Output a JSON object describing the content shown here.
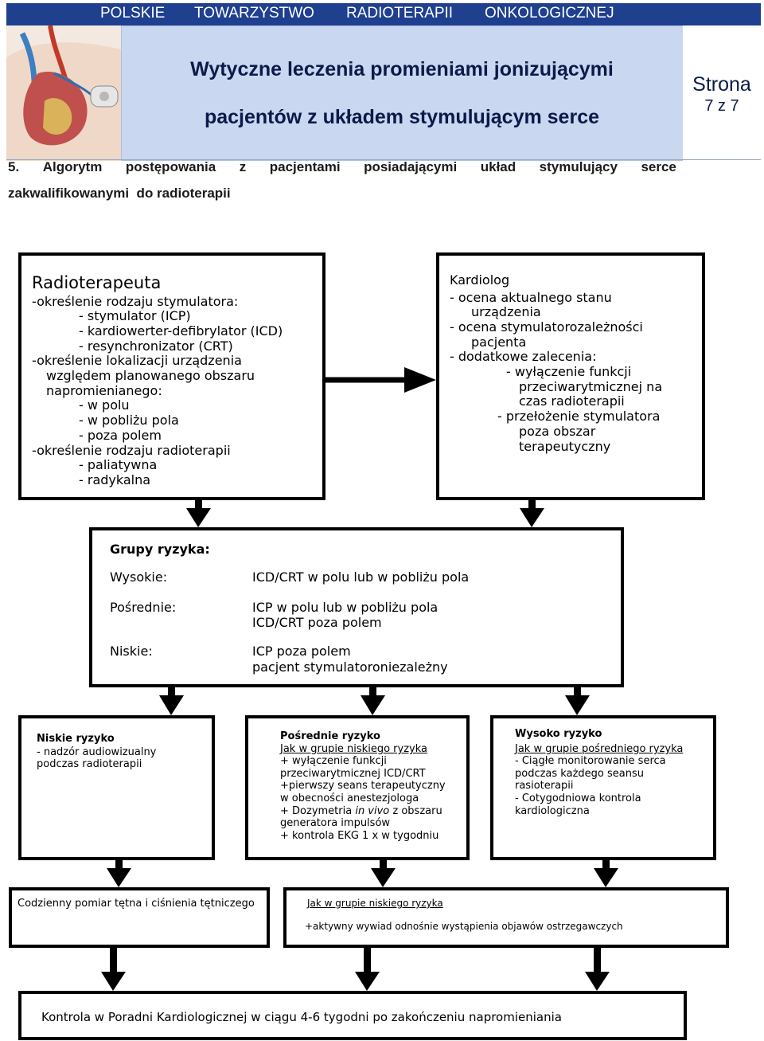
{
  "header": {
    "org": [
      "POLSKIE",
      "TOWARZYSTWO",
      "RADIOTERAPII",
      "ONKOLOGICZNEJ"
    ],
    "title_line1": "Wytyczne leczenia promieniami jonizującymi",
    "title_line2": "pacjentów z układem stymulującym serce",
    "page_label": "Strona",
    "page_number": "7 z 7"
  },
  "section": {
    "words": [
      "5.",
      "Algorytm",
      "postępowania",
      "z",
      "pacjentami",
      "posiadającymi",
      "układ",
      "stymulujący",
      "serce"
    ],
    "line2": "zakwalifikowanymi  do radioterapii"
  },
  "flowchart": {
    "radioterapeuta": {
      "title": "Radioterapeuta",
      "lines": [
        "-określenie rodzaju stymulatora:",
        "- stymulator (ICP)",
        "- kardiowerter-defibrylator (ICD)",
        "- resynchronizator (CRT)",
        "-określenie lokalizacji urządzenia",
        "względem planowanego obszaru",
        "napromienianego:",
        "- w polu",
        "- w pobliżu pola",
        "- poza polem",
        "-określenie rodzaju radioterapii",
        "- paliatywna",
        "- radykalna"
      ]
    },
    "kardiolog": {
      "title": "Kardiolog",
      "lines": [
        "- ocena aktualnego stanu",
        "urządzenia",
        "- ocena stymulatorozależności",
        "pacjenta",
        "- dodatkowe zalecenia:",
        "- wyłączenie funkcji",
        "przeciwarytmicznej na",
        "czas radioterapii",
        "- przełożenie stymulatora",
        "poza obszar",
        "terapeutyczny"
      ]
    },
    "grupy": {
      "title": "Grupy ryzyka:",
      "rows": [
        {
          "label": "Wysokie:",
          "lines": [
            "ICD/CRT w polu lub w pobliżu pola"
          ]
        },
        {
          "label": "Pośrednie:",
          "lines": [
            "ICP w polu lub w pobliżu pola",
            "ICD/CRT poza polem"
          ]
        },
        {
          "label": "Niskie:",
          "lines": [
            "ICP poza polem",
            "pacjent stymulatoroniezależny"
          ]
        }
      ]
    },
    "niskie": {
      "title": "Niskie ryzyko",
      "lines": [
        "- nadzór audiowizualny",
        "podczas radioterapii"
      ]
    },
    "posrednie": {
      "title": "Pośrednie ryzyko",
      "underline": "Jak w grupie niskiego ryzyka",
      "lines": [
        "+ wyłączenie funkcji",
        "przeciwarytmicznej ICD/CRT",
        "+pierwszy seans terapeutyczny",
        "w obecności anestezjologa"
      ],
      "dozy_pre": "+ Dozymetria ",
      "dozy_italic": "in vivo",
      "dozy_post": " z obszaru",
      "lines2": [
        "generatora impulsów",
        "+ kontrola EKG 1 x w tygodniu"
      ]
    },
    "wysokie": {
      "title": "Wysoko ryzyko",
      "underline": "Jak w grupie pośredniego ryzyka",
      "lines": [
        "- Ciągłe monitorowanie serca",
        "podczas każdego seansu",
        "rasioterapii",
        "- Cotygodniowa kontrola",
        "kardiologiczna"
      ]
    },
    "codzienny": "Codzienny pomiar tętna i ciśnienia tętniczego",
    "jak_niskiego": {
      "underline": "Jak w grupie niskiego ryzyka",
      "line": "+aktywny wywiad odnośnie wystąpienia objawów ostrzegawczych"
    },
    "kontrola": "Kontrola w Poradni Kardiologicznej w ciągu 4-6 tygodni po zakończeniu napromieniania"
  }
}
